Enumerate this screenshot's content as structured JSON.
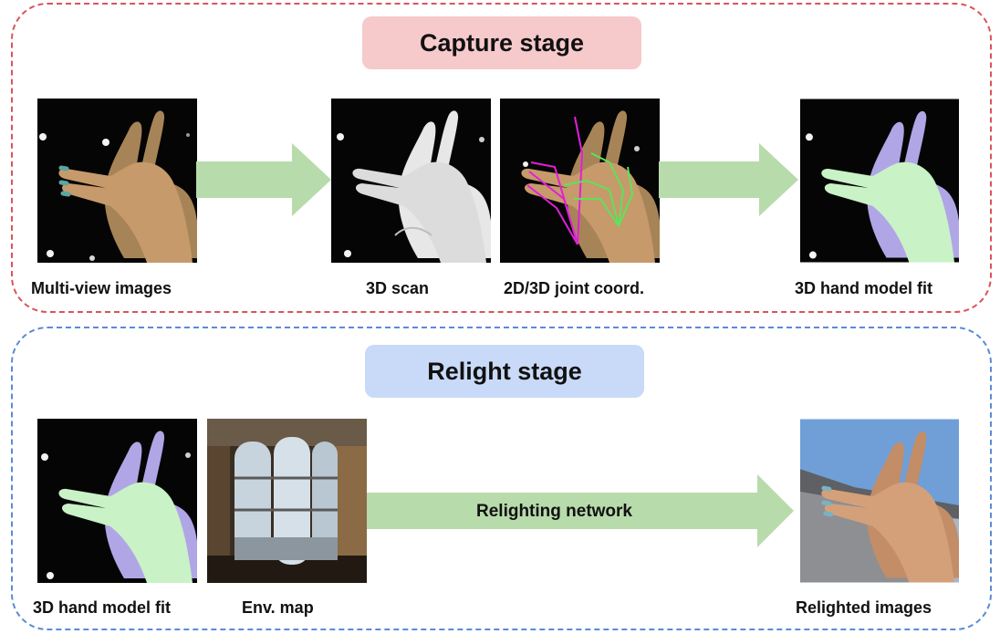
{
  "colors": {
    "capture_border": "#d9545b",
    "capture_fill": "#f6c9cb",
    "relight_border": "#5b8bd6",
    "relight_fill": "#c8daf7",
    "arrow_green": "#b8dbab",
    "skin": "#b98f63",
    "scan_gray": "#e7e7e7",
    "mesh_purple": "#b0a6e6",
    "mesh_green": "#c9f2c6",
    "joint_magenta": "#e020d8",
    "joint_green": "#5de35a",
    "sky_blue": "#6f9fd6",
    "background_black": "#050505"
  },
  "capture": {
    "title": "Capture stage",
    "captions": {
      "multiview": "Multi-view images",
      "scan": "3D scan",
      "joints": "2D/3D joint coord.",
      "fit": "3D hand model fit"
    }
  },
  "relight": {
    "title": "Relight stage",
    "captions": {
      "fit": "3D hand model fit",
      "envmap": "Env. map",
      "relighted": "Relighted images"
    },
    "arrow_label": "Relighting network"
  }
}
